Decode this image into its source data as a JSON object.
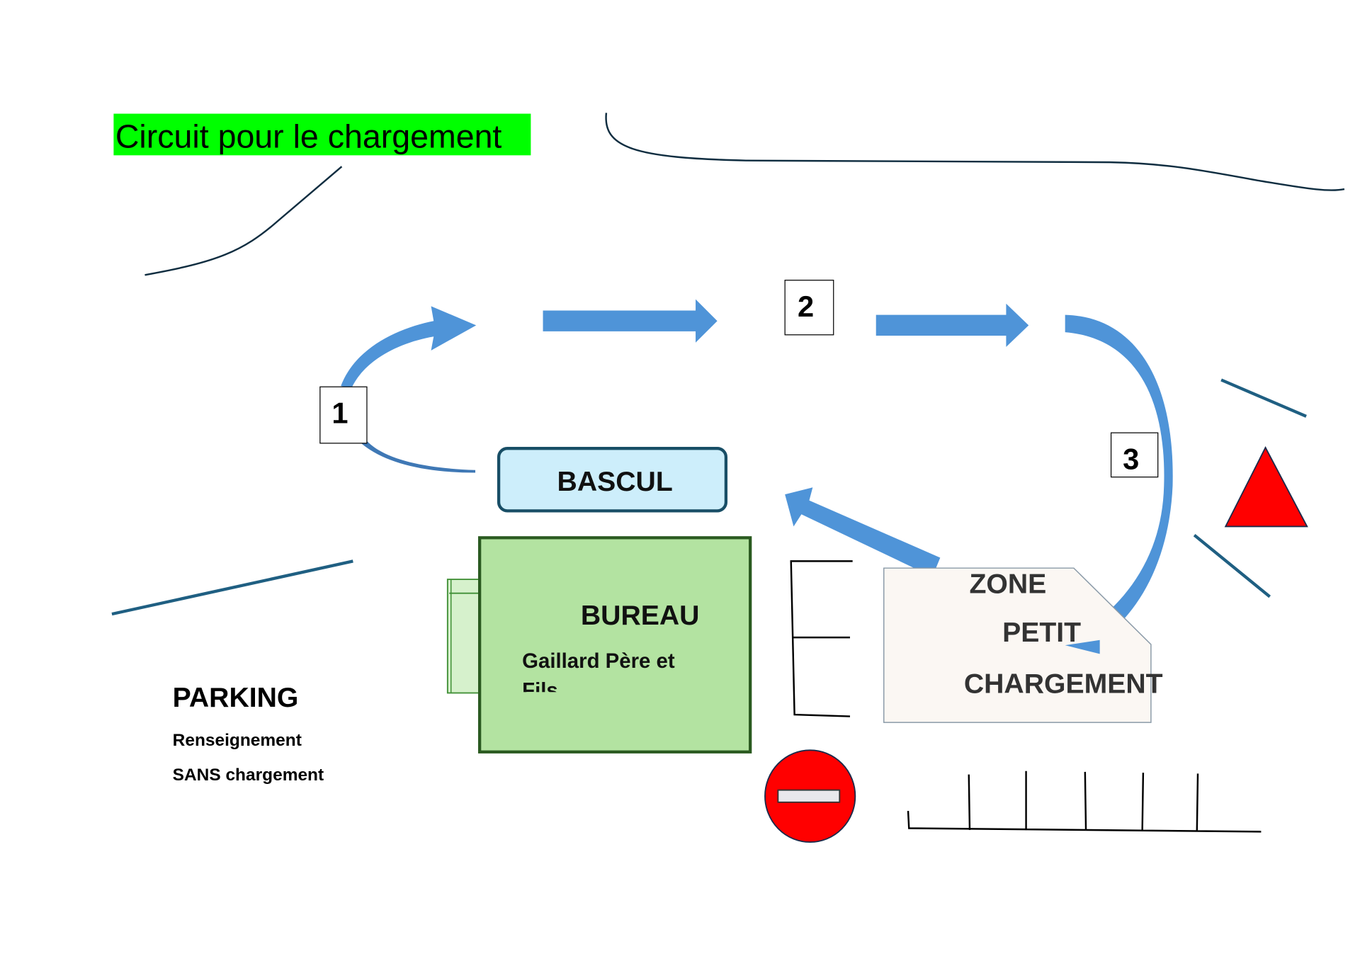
{
  "title": "Circuit pour le chargement",
  "steps": [
    "1",
    "2",
    "3"
  ],
  "bascule": "BASCUL",
  "bureau": {
    "title": "BUREAU",
    "line1": "Gaillard Père et",
    "line2": "Fils"
  },
  "zone": {
    "line1": "ZONE",
    "line2": "PETIT",
    "line3": "CHARGEMENT"
  },
  "parking": {
    "title": "PARKING",
    "line1": "Renseignement",
    "line2": "SANS chargement"
  },
  "colors": {
    "arrow": "#4f94d8",
    "title_bg": "#00ff00",
    "bureau": "#b3e3a1",
    "bascule": "#cdeefb",
    "sign_red": "#ff0000"
  },
  "icons": [
    "warning-triangle-icon",
    "no-entry-icon"
  ]
}
